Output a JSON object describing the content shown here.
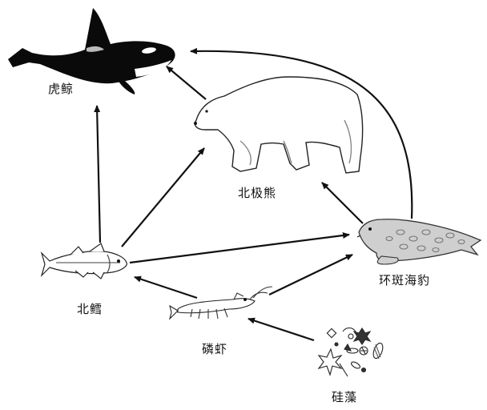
{
  "organisms": {
    "orca": {
      "label": "虎鲸"
    },
    "bear": {
      "label": "北极熊"
    },
    "seal": {
      "label": "环斑海豹"
    },
    "cod": {
      "label": "北鳕"
    },
    "krill": {
      "label": "磷虾"
    },
    "diatom": {
      "label": "硅藻"
    }
  },
  "food_web": [
    {
      "from": "diatom",
      "to": "krill"
    },
    {
      "from": "krill",
      "to": "cod"
    },
    {
      "from": "krill",
      "to": "seal"
    },
    {
      "from": "cod",
      "to": "seal"
    },
    {
      "from": "cod",
      "to": "bear"
    },
    {
      "from": "cod",
      "to": "orca"
    },
    {
      "from": "seal",
      "to": "bear"
    },
    {
      "from": "seal",
      "to": "orca"
    },
    {
      "from": "bear",
      "to": "orca"
    }
  ]
}
